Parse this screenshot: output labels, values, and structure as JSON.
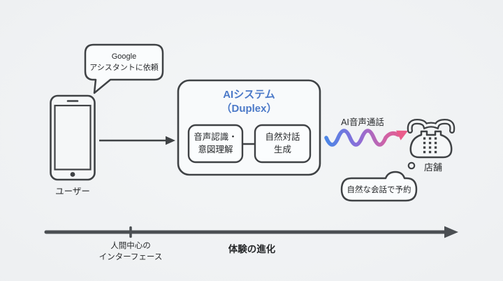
{
  "colors": {
    "background": "#eef0f2",
    "outline": "#3f4245",
    "text": "#26282a",
    "accent_blue": "#4b79c8",
    "wave_gradient": [
      "#4c86e6",
      "#8a6ed9",
      "#ea5c8b"
    ],
    "timeline": "#4b4f53"
  },
  "flow": {
    "request_bubble": {
      "line1": "Google",
      "line2": "アシスタントに依頼"
    },
    "user_label": "ユーザー",
    "ai_system": {
      "title": "AIシステム",
      "subtitle": "（Duplex）",
      "modules": [
        {
          "line1": "音声認識・",
          "line2": "意図理解"
        },
        {
          "line1": "自然対話",
          "line2": "生成"
        }
      ]
    },
    "call_label": "AI音声通話",
    "store_label": "店舗",
    "reservation_bubble": "自然な会話で予約"
  },
  "timeline": {
    "tick_line1": "人間中心の",
    "tick_line2": "インターフェース",
    "axis_label": "体験の進化"
  },
  "icons": {
    "user_device": "smartphone-icon",
    "store_phone": "telephone-icon",
    "voice_wave": "wave-arrow-icon",
    "flow_arrow": "arrow-right-icon",
    "timeline_arrow": "timeline-arrow-icon"
  }
}
